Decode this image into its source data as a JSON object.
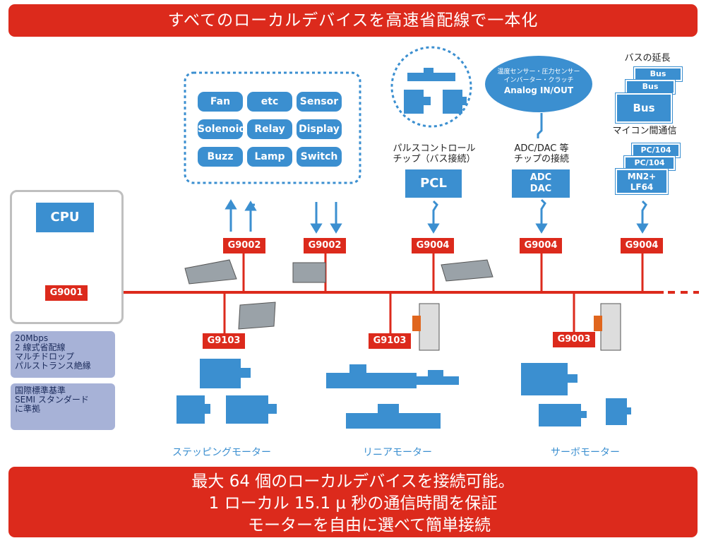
{
  "header": {
    "title": "すべてのローカルデバイスを高速省配線で一本化"
  },
  "footer": {
    "line1": "最大 64 個のローカルデバイスを接続可能。",
    "line2": "1 ローカル 15.1 μ 秒の通信時間を保証",
    "line3": "　　モーターを自由に選べて簡単接続"
  },
  "cpu": {
    "label": "CPU"
  },
  "info": {
    "box1": [
      "20Mbps",
      "2 線式省配線",
      "マルチドロップ",
      "パルストランス絶縁"
    ],
    "box2": [
      "国際標準基準",
      "SEMI スタンダード",
      "に準拠"
    ]
  },
  "devices": [
    "Fan",
    "etc",
    "Sensor",
    "Solenoid",
    "Relay",
    "Display",
    "Buzz",
    "Lamp",
    "Switch"
  ],
  "nodes": {
    "g9001": "G9001",
    "g9002a": "G9002",
    "g9002b": "G9002",
    "g9004a": "G9004",
    "g9004b": "G9004",
    "g9004c": "G9004",
    "g9103a": "G9103",
    "g9103b": "G9103",
    "g9003": "G9003"
  },
  "pcl": {
    "caption1": "パルスコントロール",
    "caption2": "チップ（バス接続）",
    "label": "PCL"
  },
  "adc": {
    "bubble1": "温度センサー・圧力センサー",
    "bubble2": "インバーター・クラッチ",
    "bubble3": "Analog IN/OUT",
    "caption1": "ADC/DAC 等",
    "caption2": "チップの接続",
    "label1": "ADC",
    "label2": "DAC"
  },
  "bus": {
    "caption": "バスの延長",
    "stack": [
      "Bus",
      "Bus",
      "Bus"
    ],
    "caption2": "マイコン間通信",
    "pc104": [
      "PC/104",
      "PC/104"
    ],
    "mn1": "MN2+",
    "mn2": "LF64"
  },
  "motors": {
    "stepping": "ステッピングモーター",
    "linear": "リニアモーター",
    "servo": "サーボモーター"
  },
  "colors": {
    "red": "#dc2a1c",
    "blue": "#3b8fd0",
    "info": "#a7b2d7"
  }
}
